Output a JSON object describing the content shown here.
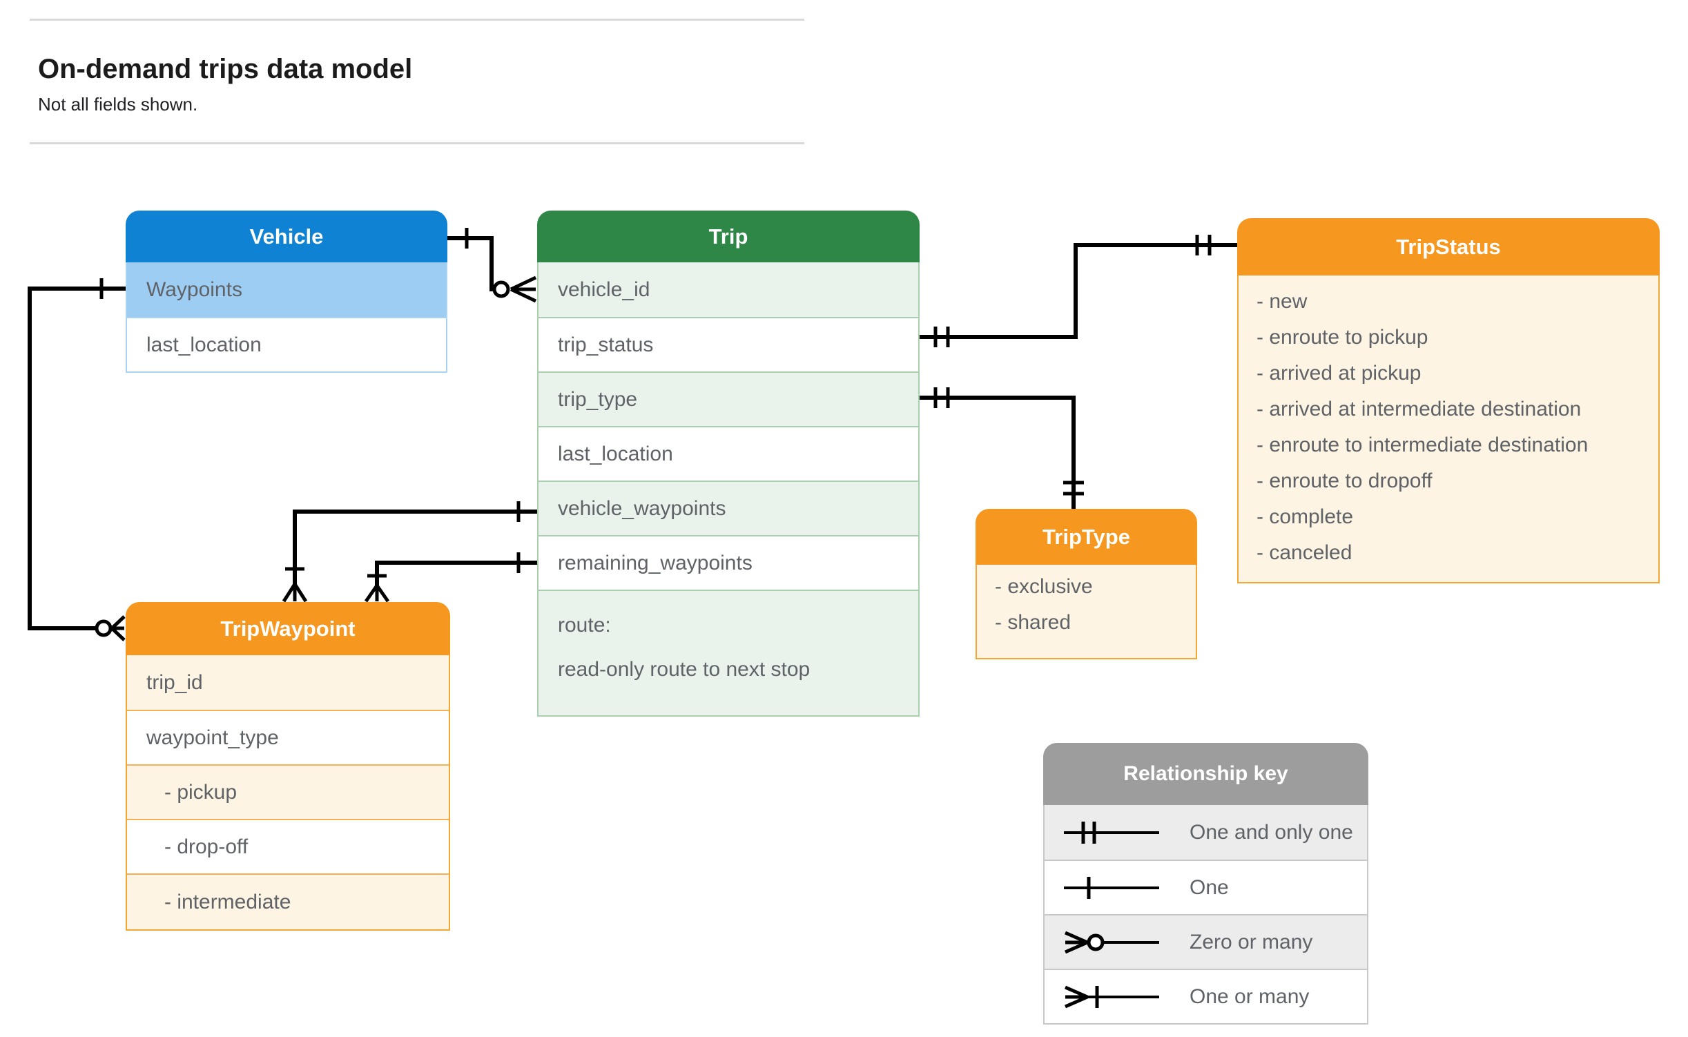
{
  "header": {
    "title": "On-demand trips data model",
    "subtitle": "Not all fields shown."
  },
  "colors": {
    "blue_header": "#0f82d4",
    "blue_row": "#9ecdf3",
    "blue_border": "#a9d2f3",
    "green_header": "#2e8747",
    "green_row": "#e9f3eb",
    "green_border": "#a9cfb0",
    "orange_header": "#f6981f",
    "orange_border": "#f5a733",
    "orange_sep": "#f4b054",
    "cream_row": "#fdf4e3",
    "gray_header": "#9d9d9d",
    "gray_row": "#ececec",
    "gray_border": "#c8c8c8",
    "wire": "#000000",
    "row_text": "#5f6368"
  },
  "tables": {
    "vehicle": {
      "title": "Vehicle",
      "rows": [
        "Waypoints",
        "last_location"
      ],
      "highlighted_row": "Waypoints"
    },
    "trip": {
      "title": "Trip",
      "rows": [
        "vehicle_id",
        "trip_status",
        "trip_type",
        "last_location",
        "vehicle_waypoints",
        "remaining_waypoints"
      ],
      "route_row": {
        "line1": "route:",
        "line2": "read-only route to next stop"
      }
    },
    "trip_status": {
      "title": "TripStatus",
      "values": [
        "- new",
        "- enroute to pickup",
        "- arrived at pickup",
        "- arrived at intermediate destination",
        "- enroute to intermediate destination",
        "- enroute to dropoff",
        "- complete",
        "- canceled"
      ]
    },
    "trip_type": {
      "title": "TripType",
      "values": [
        "- exclusive",
        "- shared"
      ]
    },
    "trip_waypoint": {
      "title": "TripWaypoint",
      "rows": [
        "trip_id",
        "waypoint_type",
        "- pickup",
        "- drop-off",
        "- intermediate"
      ]
    }
  },
  "legend": {
    "title": "Relationship key",
    "entries": [
      {
        "symbol": "one-and-only-one",
        "label": "One and only one"
      },
      {
        "symbol": "one",
        "label": "One"
      },
      {
        "symbol": "zero-or-many",
        "label": "Zero or many"
      },
      {
        "symbol": "one-or-many",
        "label": "One or many"
      }
    ]
  },
  "connectors": [
    {
      "from": "Vehicle",
      "to": "Trip.vehicle_id",
      "from_marker": "one",
      "to_marker": "zero-or-many"
    },
    {
      "from": "Vehicle.Waypoints",
      "to": "TripWaypoint",
      "from_marker": "one",
      "to_marker": "zero-or-many"
    },
    {
      "from": "Trip.trip_status",
      "to": "TripStatus",
      "from_marker": "one-and-only-one",
      "to_marker": "one-and-only-one"
    },
    {
      "from": "Trip.trip_type",
      "to": "TripType",
      "from_marker": "one-and-only-one",
      "to_marker": "one-and-only-one"
    },
    {
      "from": "Trip.vehicle_waypoints",
      "to": "TripWaypoint",
      "from_marker": "one",
      "to_marker": "one-or-many"
    },
    {
      "from": "Trip.remaining_waypoints",
      "to": "TripWaypoint",
      "from_marker": "one",
      "to_marker": "one-or-many"
    }
  ]
}
